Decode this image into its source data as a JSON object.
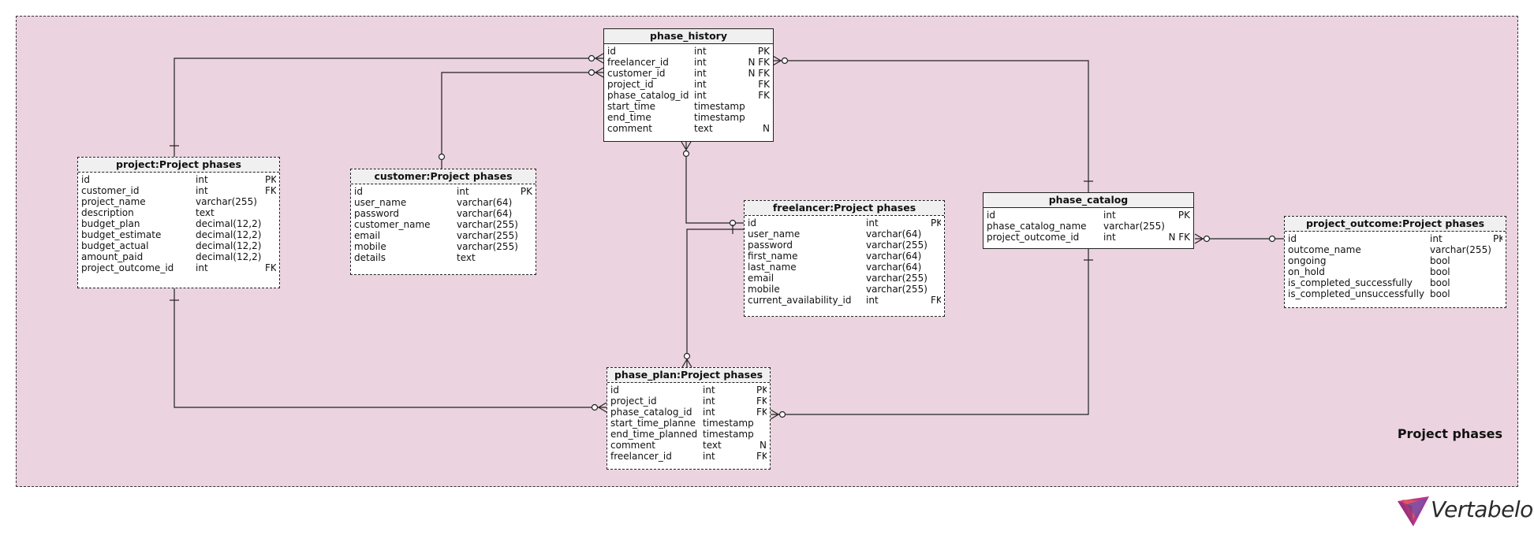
{
  "area_label": "Project phases",
  "logo_text": "Vertabelo",
  "tables": [
    {
      "key": "phase_history",
      "title": "phase_history",
      "reference": false,
      "rows": [
        [
          "id",
          "int",
          "PK"
        ],
        [
          "freelancer_id",
          "int",
          "N FK"
        ],
        [
          "customer_id",
          "int",
          "N FK"
        ],
        [
          "project_id",
          "int",
          "FK"
        ],
        [
          "phase_catalog_id",
          "int",
          "FK"
        ],
        [
          "start_time",
          "timestamp",
          ""
        ],
        [
          "end_time",
          "timestamp",
          ""
        ],
        [
          "comment",
          "text",
          "N"
        ]
      ]
    },
    {
      "key": "project",
      "title": "project:Project phases",
      "reference": true,
      "rows": [
        [
          "id",
          "int",
          "PK"
        ],
        [
          "customer_id",
          "int",
          "FK"
        ],
        [
          "project_name",
          "varchar(255)",
          ""
        ],
        [
          "description",
          "text",
          ""
        ],
        [
          "budget_plan",
          "decimal(12,2)",
          ""
        ],
        [
          "budget_estimate",
          "decimal(12,2)",
          ""
        ],
        [
          "budget_actual",
          "decimal(12,2)",
          ""
        ],
        [
          "amount_paid",
          "decimal(12,2)",
          ""
        ],
        [
          "project_outcome_id",
          "int",
          "FK"
        ]
      ]
    },
    {
      "key": "customer",
      "title": "customer:Project phases",
      "reference": true,
      "rows": [
        [
          "id",
          "int",
          "PK"
        ],
        [
          "user_name",
          "varchar(64)",
          ""
        ],
        [
          "password",
          "varchar(64)",
          ""
        ],
        [
          "customer_name",
          "varchar(255)",
          ""
        ],
        [
          "email",
          "varchar(255)",
          ""
        ],
        [
          "mobile",
          "varchar(255)",
          ""
        ],
        [
          "details",
          "text",
          ""
        ]
      ]
    },
    {
      "key": "freelancer",
      "title": "freelancer:Project phases",
      "reference": true,
      "rows": [
        [
          "id",
          "int",
          "PK"
        ],
        [
          "user_name",
          "varchar(64)",
          ""
        ],
        [
          "password",
          "varchar(255)",
          ""
        ],
        [
          "first_name",
          "varchar(64)",
          ""
        ],
        [
          "last_name",
          "varchar(64)",
          ""
        ],
        [
          "email",
          "varchar(255)",
          ""
        ],
        [
          "mobile",
          "varchar(255)",
          ""
        ],
        [
          "current_availability_id",
          "int",
          "FK"
        ]
      ]
    },
    {
      "key": "phase_catalog",
      "title": "phase_catalog",
      "reference": false,
      "rows": [
        [
          "id",
          "int",
          "PK"
        ],
        [
          "phase_catalog_name",
          "varchar(255)",
          ""
        ],
        [
          "project_outcome_id",
          "int",
          "N FK"
        ]
      ]
    },
    {
      "key": "project_outcome",
      "title": "project_outcome:Project phases",
      "reference": true,
      "rows": [
        [
          "id",
          "int",
          "PK"
        ],
        [
          "outcome_name",
          "varchar(255)",
          ""
        ],
        [
          "ongoing",
          "bool",
          ""
        ],
        [
          "on_hold",
          "bool",
          ""
        ],
        [
          "is_completed_successfully",
          "bool",
          ""
        ],
        [
          "is_completed_unsuccessfully",
          "bool",
          ""
        ]
      ]
    },
    {
      "key": "phase_plan",
      "title": "phase_plan:Project phases",
      "reference": true,
      "rows": [
        [
          "id",
          "int",
          "PK"
        ],
        [
          "project_id",
          "int",
          "FK"
        ],
        [
          "phase_catalog_id",
          "int",
          "FK"
        ],
        [
          "start_time_planne",
          "timestamp",
          ""
        ],
        [
          "end_time_planned",
          "timestamp",
          ""
        ],
        [
          "comment",
          "text",
          "N"
        ],
        [
          "freelancer_id",
          "int",
          "FK"
        ]
      ]
    }
  ],
  "relationships": [
    {
      "from": "project",
      "to": "phase_history"
    },
    {
      "from": "customer",
      "to": "phase_history"
    },
    {
      "from": "freelancer",
      "to": "phase_history"
    },
    {
      "from": "phase_catalog",
      "to": "phase_history"
    },
    {
      "from": "project",
      "to": "phase_plan"
    },
    {
      "from": "freelancer",
      "to": "phase_plan"
    },
    {
      "from": "phase_catalog",
      "to": "phase_plan"
    },
    {
      "from": "project_outcome",
      "to": "phase_catalog"
    }
  ]
}
